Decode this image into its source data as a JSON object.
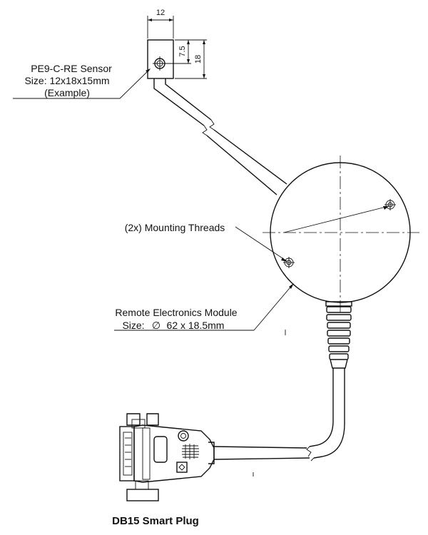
{
  "sensor": {
    "name": "PE9-C-RE Sensor",
    "size": "Size: 12x18x15mm",
    "note": "(Example)",
    "dim_width": "12",
    "dim_hole": "7.5",
    "dim_height": "18"
  },
  "threads": {
    "label": "(2x) Mounting Threads"
  },
  "module": {
    "name": "Remote Electronics Module",
    "size_prefix": "Size:",
    "diameter_symbol": "∅",
    "size_value": "62 x 18.5mm"
  },
  "plug": {
    "name": "DB15 Smart Plug"
  }
}
